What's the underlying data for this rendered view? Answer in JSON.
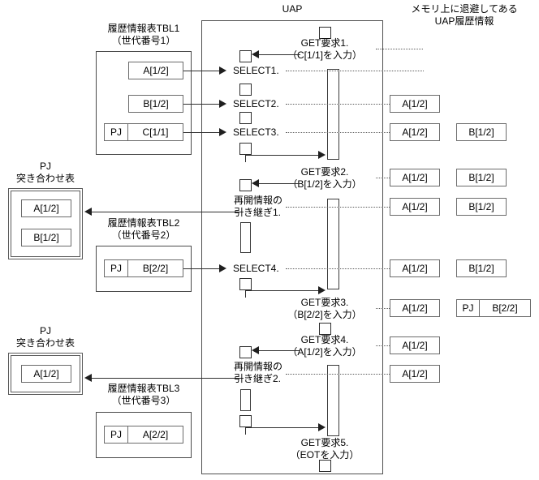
{
  "diagram": {
    "title_uap": "UAP",
    "title_memory_line1": "メモリ上に退避してある",
    "title_memory_line2": "UAP履歴情報"
  },
  "history_tables": [
    {
      "id": "tbl1",
      "caption_line1": "履歴情報表TBL1",
      "caption_line2": "（世代番号1）",
      "rows": [
        {
          "pj": "",
          "value": "A[1/2]"
        },
        {
          "pj": "",
          "value": "B[1/2]"
        },
        {
          "pj": "PJ",
          "value": "C[1/1]"
        }
      ]
    },
    {
      "id": "tbl2",
      "caption_line1": "履歴情報表TBL2",
      "caption_line2": "（世代番号2）",
      "rows": [
        {
          "pj": "PJ",
          "value": "B[2/2]"
        }
      ]
    },
    {
      "id": "tbl3",
      "caption_line1": "履歴情報表TBL3",
      "caption_line2": "（世代番号3）",
      "rows": [
        {
          "pj": "PJ",
          "value": "A[2/2]"
        }
      ]
    }
  ],
  "pj_tables": [
    {
      "id": "pj1",
      "caption_line1": "PJ",
      "caption_line2": "突き合わせ表",
      "entries": [
        "A[1/2]",
        "B[1/2]"
      ]
    },
    {
      "id": "pj2",
      "caption_line1": "PJ",
      "caption_line2": "突き合わせ表",
      "entries": [
        "A[1/2]"
      ]
    }
  ],
  "uap_events": {
    "selects": [
      "SELECT1.",
      "SELECT2.",
      "SELECT3.",
      "SELECT4."
    ],
    "get_requests": [
      {
        "line1": "GET要求1.",
        "line2": "（C[1/1]を入力）"
      },
      {
        "line1": "GET要求2.",
        "line2": "（B[1/2]を入力）"
      },
      {
        "line1": "GET要求3.",
        "line2": "（B[2/2]を入力）"
      },
      {
        "line1": "GET要求4.",
        "line2": "（A[1/2]を入力）"
      },
      {
        "line1": "GET要求5.",
        "line2": "（EOTを入力）"
      }
    ],
    "takeovers": [
      {
        "line1": "再開情報の",
        "line2": "引き継ぎ1."
      },
      {
        "line1": "再開情報の",
        "line2": "引き継ぎ2."
      }
    ]
  },
  "memory_snapshots": [
    {
      "id": "m1",
      "items": [
        {
          "pj": "",
          "value": "A[1/2]"
        }
      ]
    },
    {
      "id": "m2",
      "items": [
        {
          "pj": "",
          "value": "A[1/2]"
        },
        {
          "pj": "",
          "value": "B[1/2]"
        }
      ]
    },
    {
      "id": "m3",
      "items": [
        {
          "pj": "",
          "value": "A[1/2]"
        },
        {
          "pj": "",
          "value": "B[1/2]"
        }
      ]
    },
    {
      "id": "m4",
      "items": [
        {
          "pj": "",
          "value": "A[1/2]"
        },
        {
          "pj": "",
          "value": "B[1/2]"
        }
      ]
    },
    {
      "id": "m5",
      "items": [
        {
          "pj": "",
          "value": "A[1/2]"
        },
        {
          "pj": "",
          "value": "B[1/2]"
        }
      ]
    },
    {
      "id": "m6",
      "items": [
        {
          "pj": "",
          "value": "A[1/2]"
        },
        {
          "pj": "PJ",
          "value": "B[2/2]"
        }
      ]
    },
    {
      "id": "m7",
      "items": [
        {
          "pj": "",
          "value": "A[1/2]"
        }
      ]
    },
    {
      "id": "m8",
      "items": [
        {
          "pj": "",
          "value": "A[1/2]"
        }
      ]
    }
  ],
  "colors": {
    "line": "#2f2f2f",
    "box_border": "#6b6b6b",
    "frame_border": "#4f4f4f",
    "background": "#ffffff"
  }
}
